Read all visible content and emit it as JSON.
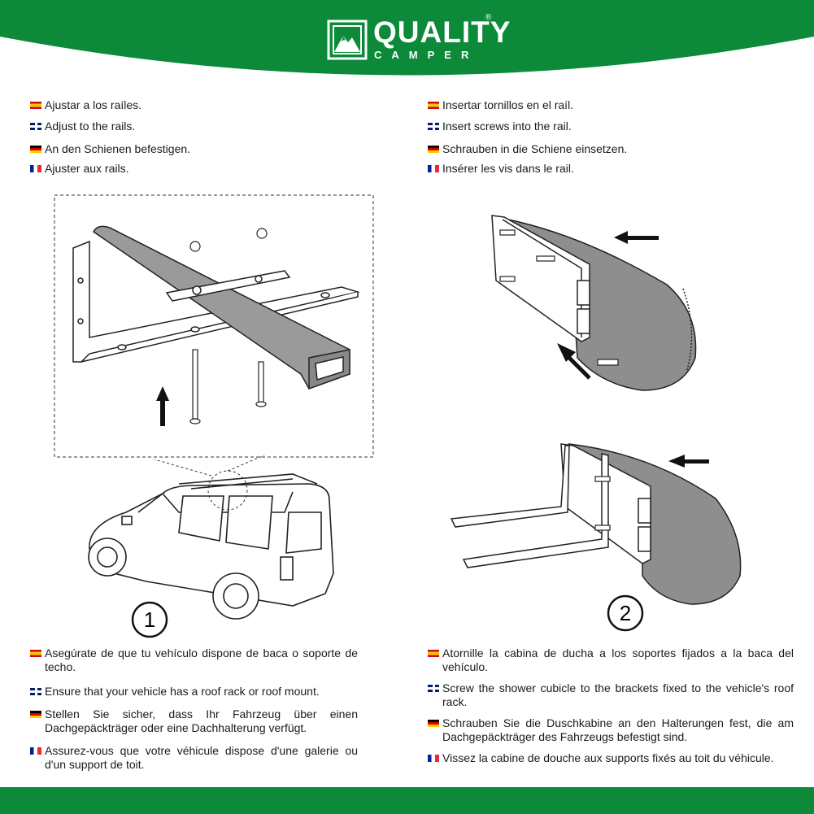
{
  "brand": {
    "name_top": "QUALITY",
    "name_bottom": "CAMPER",
    "registered_mark": "®",
    "colors": {
      "green": "#0c8a3a",
      "white": "#ffffff",
      "panel_gray": "#9a9a9a"
    }
  },
  "top_left_instructions": [
    {
      "lang": "es",
      "text": "Ajustar a los raíles."
    },
    {
      "lang": "gb",
      "text": "Adjust to the rails."
    },
    {
      "lang": "de",
      "text": "An den Schienen befestigen."
    },
    {
      "lang": "fr",
      "text": "Ajuster aux rails."
    }
  ],
  "top_right_instructions": [
    {
      "lang": "es",
      "text": "Insertar tornillos en el raíl."
    },
    {
      "lang": "gb",
      "text": "Insert screws into the rail."
    },
    {
      "lang": "de",
      "text": "Schrauben in die Schiene einsetzen."
    },
    {
      "lang": "fr",
      "text": "Insérer les vis dans le rail."
    }
  ],
  "steps": [
    {
      "number": "1"
    },
    {
      "number": "2"
    }
  ],
  "bottom_left_instructions": [
    {
      "lang": "es",
      "text": "Asegúrate de que tu vehículo dispone de baca o soporte de techo."
    },
    {
      "lang": "gb",
      "text": "Ensure that your vehicle has a roof rack or roof mount."
    },
    {
      "lang": "de",
      "text": "Stellen Sie sicher, dass Ihr Fahrzeug über einen Dachgepäckträger oder eine Dachhalterung verfügt."
    },
    {
      "lang": "fr",
      "text": "Assurez-vous que votre véhicule dispose d'une galerie ou d'un support de toit."
    }
  ],
  "bottom_right_instructions": [
    {
      "lang": "es",
      "text": "Atornille la cabina de ducha a los soportes fijados a la baca del vehículo."
    },
    {
      "lang": "gb",
      "text": "Screw the shower cubicle to the brackets fixed to the vehicle's roof rack."
    },
    {
      "lang": "de",
      "text": "Schrauben Sie die Duschkabine an den Halterungen fest, die am Dachgepäckträger des Fahrzeugs befestigt sind."
    },
    {
      "lang": "fr",
      "text": "Vissez la cabine de douche aux supports fixés au toit du véhicule."
    }
  ],
  "icons": {
    "flag_es": "spain-flag-icon",
    "flag_gb": "uk-flag-icon",
    "flag_de": "germany-flag-icon",
    "flag_fr": "france-flag-icon",
    "logo": "mountain-logo-icon"
  }
}
